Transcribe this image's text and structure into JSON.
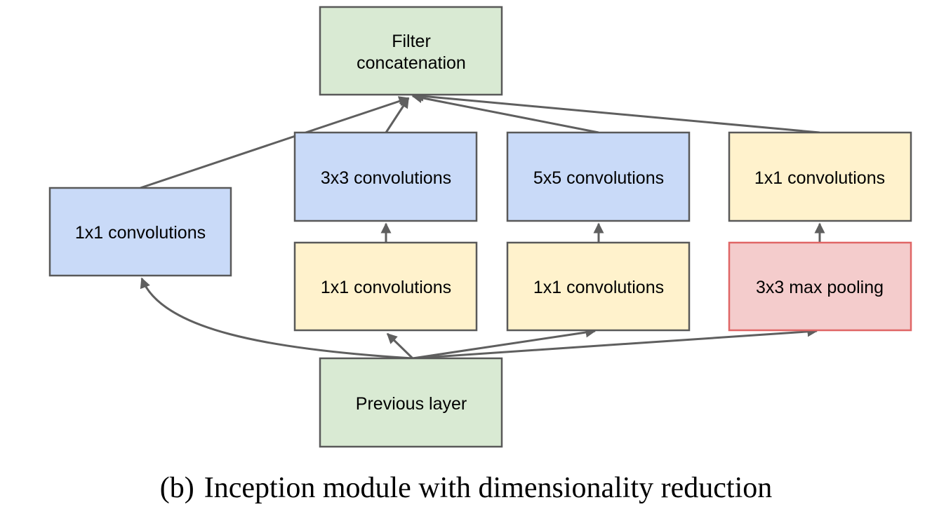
{
  "diagram": {
    "colors": {
      "stroke": "#595959",
      "arrow": "#5f5f5f",
      "green": "#d9ead3",
      "blue": "#c9daf8",
      "yellow": "#fff2cc",
      "red": "#f4cccc",
      "red_stroke": "#e06666"
    },
    "nodes": {
      "filter_concat": {
        "line1": "Filter",
        "line2": "concatenation"
      },
      "conv3x3": {
        "label": "3x3 convolutions"
      },
      "conv5x5": {
        "label": "5x5 convolutions"
      },
      "conv1x1_pool": {
        "label": "1x1 convolutions"
      },
      "conv1x1_left": {
        "label": "1x1 convolutions"
      },
      "reduce3x3": {
        "label": "1x1 convolutions"
      },
      "reduce5x5": {
        "label": "1x1 convolutions"
      },
      "maxpool": {
        "label": "3x3 max pooling"
      },
      "previous": {
        "label": "Previous layer"
      }
    }
  },
  "caption": {
    "tag": "(b)",
    "text": "Inception module with dimensionality reduction"
  }
}
